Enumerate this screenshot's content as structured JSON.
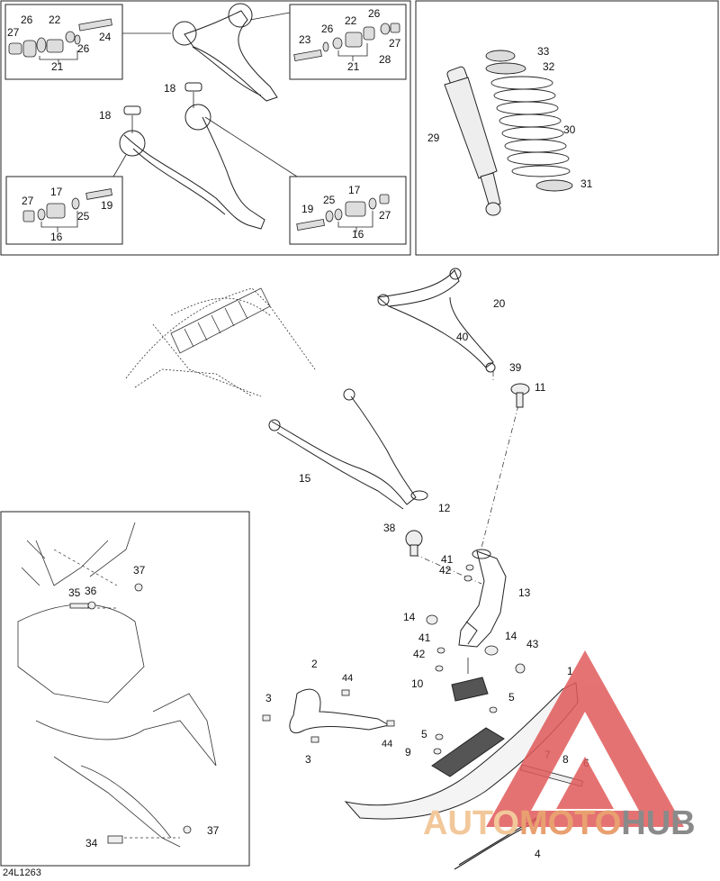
{
  "figure": {
    "code": "24L1263"
  },
  "watermark": {
    "part1": "AUTO",
    "part2": "MOTO",
    "part3": "HUB",
    "colors": {
      "auto": "#f2c89a",
      "moto": "#e9a070",
      "hub": "#8a8a8a",
      "triangle": "#e15a5a"
    }
  },
  "callouts": {
    "tl_26a": "26",
    "tl_22": "22",
    "tl_27": "27",
    "tl_26b": "26",
    "tl_24": "24",
    "tl_21": "21",
    "tr_26a": "26",
    "tr_22": "22",
    "tr_26b": "26",
    "tr_23": "23",
    "tr_27": "27",
    "tr_28": "28",
    "tr_21": "21",
    "m_18a": "18",
    "m_18b": "18",
    "bl_27": "27",
    "bl_17": "17",
    "bl_19": "19",
    "bl_25": "25",
    "bl_16": "16",
    "br_17": "17",
    "br_25": "25",
    "br_19": "19",
    "br_27": "27",
    "br_16": "16",
    "s_33": "33",
    "s_32": "32",
    "s_29": "29",
    "s_30": "30",
    "s_31": "31",
    "d_20": "20",
    "d_40": "40",
    "d_39": "39",
    "d_11": "11",
    "d_15": "15",
    "d_12": "12",
    "d_38": "38",
    "d_41a": "41",
    "d_42a": "42",
    "d_13": "13",
    "d_14a": "14",
    "d_14b": "14",
    "d_41b": "41",
    "d_42b": "42",
    "d_43": "43",
    "d_10": "10",
    "d_5a": "5",
    "d_5b": "5",
    "d_9": "9",
    "d_1": "1",
    "d_7": "7",
    "d_8": "8",
    "d_6": "6",
    "d_4": "4",
    "d_2": "2",
    "d_44a": "44",
    "d_44b": "44",
    "d_3a": "3",
    "d_3b": "3",
    "f_37a": "37",
    "f_35": "35",
    "f_36": "36",
    "f_34": "34",
    "f_37b": "37"
  }
}
